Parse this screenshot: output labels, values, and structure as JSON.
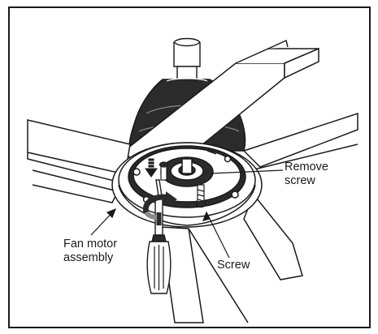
{
  "colors": {
    "ink": "#1a1a1a",
    "paper": "#ffffff",
    "shade": "#2b2b2b",
    "mid": "#8a8a8a"
  },
  "callouts": {
    "remove_screw": [
      "Remove",
      "screw"
    ],
    "fan_motor": [
      "Fan motor",
      "assembly"
    ],
    "screw": [
      "Screw"
    ]
  },
  "icons": [
    "screwdriver-icon",
    "rotation-arrow-icon",
    "down-arrow-icon"
  ]
}
